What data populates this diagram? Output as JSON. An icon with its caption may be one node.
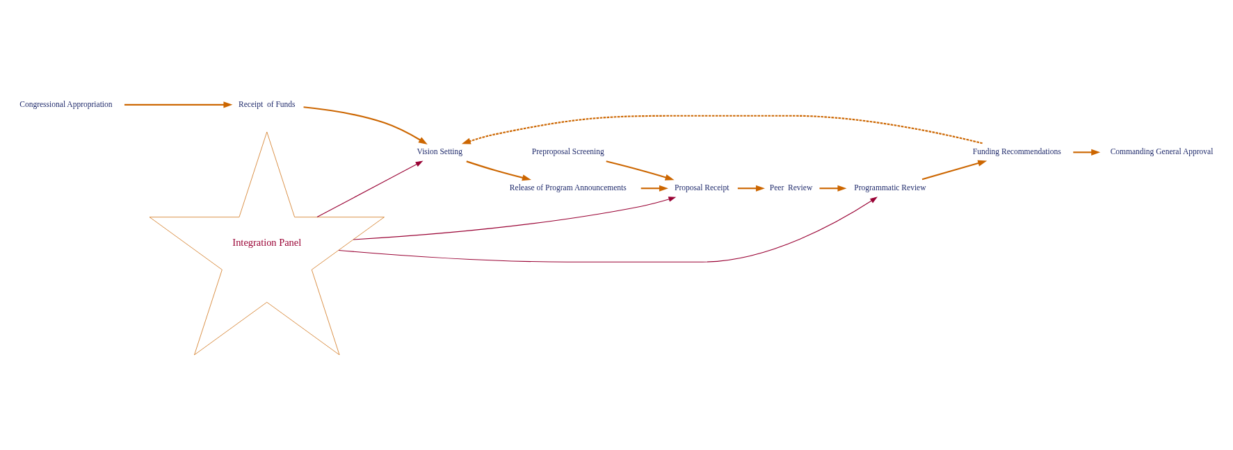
{
  "diagram": {
    "nodes": [
      {
        "text": [
          "Congressional Appropriation"
        ]
      },
      {
        "text": [
          "Receipt  of Funds"
        ]
      },
      {
        "text": [
          "Vision Setting"
        ]
      },
      {
        "text": [
          "Release of Program Announcements"
        ]
      },
      {
        "text": [
          "Preproposal Screening"
        ]
      },
      {
        "text": [
          "Proposal Receipt"
        ]
      },
      {
        "text": [
          "Peer  Review"
        ]
      },
      {
        "text": [
          "Programmatic Review"
        ]
      },
      {
        "text": [
          "Funding Recommendations"
        ]
      },
      {
        "text": [
          "Commanding General Approval"
        ]
      },
      {
        "text": [
          "Integration Panel"
        ]
      }
    ],
    "edges": [
      {
        "from": 0,
        "to": 1,
        "arrow": "to"
      },
      {
        "from": 1,
        "to": 2,
        "arrow": "to"
      },
      {
        "from": 2,
        "to": 3,
        "arrow": "to"
      },
      {
        "from": 3,
        "to": 5,
        "arrow": "to"
      },
      {
        "from": 4,
        "to": 5,
        "arrow": "to"
      },
      {
        "from": 5,
        "to": 6,
        "arrow": "to"
      },
      {
        "from": 6,
        "to": 7,
        "arrow": "to"
      },
      {
        "from": 7,
        "to": 8,
        "arrow": "to"
      },
      {
        "from": 8,
        "to": 2,
        "arrow": "to",
        "style": "dashed"
      },
      {
        "from": 8,
        "to": 9,
        "arrow": "to"
      },
      {
        "from": 10,
        "to": 2,
        "arrow": "to",
        "color": "#990033"
      },
      {
        "from": 10,
        "to": 5,
        "arrow": "to",
        "color": "#990033"
      },
      {
        "from": 10,
        "to": 7,
        "arrow": "to",
        "color": "#990033"
      }
    ]
  }
}
